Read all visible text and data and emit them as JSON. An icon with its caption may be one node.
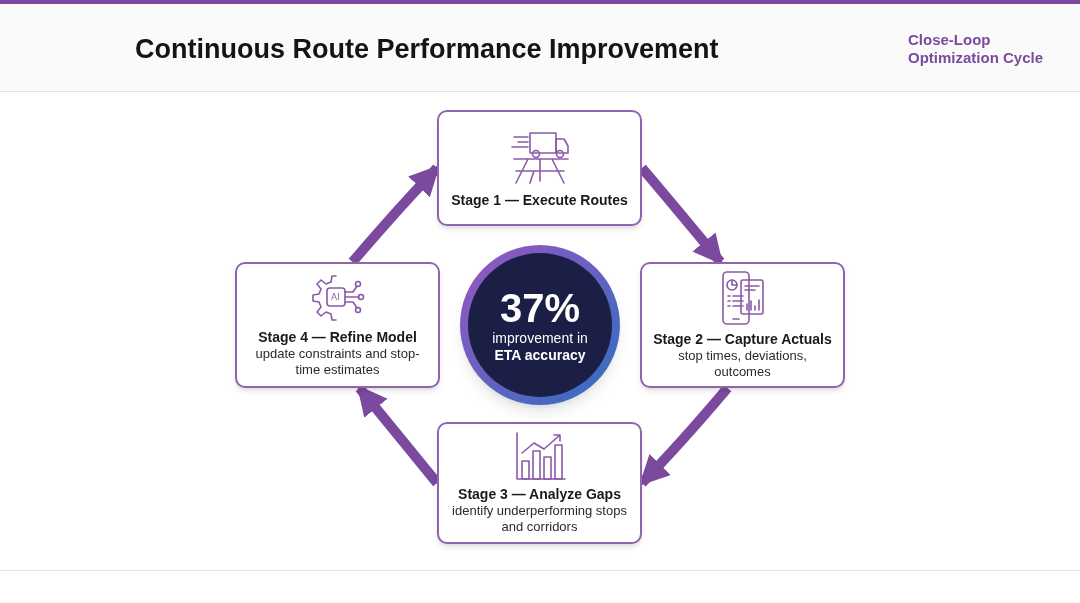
{
  "diagram": {
    "title": "Continuous Route Performance Improvement",
    "nodes": [
      {
        "text": [
          "Stage 1 — Execute Routes"
        ]
      },
      {
        "text": [
          "Stage 2 — Capture Actuals",
          "stop times, deviations, outcomes"
        ]
      },
      {
        "text": [
          "Stage 3 — Analyze Gaps",
          "identify underperforming stops and corridors"
        ]
      },
      {
        "text": [
          "Stage 4 — Refine Model",
          "update constraints and stop-time estimates"
        ]
      },
      {
        "text": [
          "37%",
          "improvement in **ETA accuracy**"
        ]
      }
    ],
    "edges": [
      {
        "from": 0,
        "to": 1,
        "arrow": "to"
      },
      {
        "from": 1,
        "to": 2,
        "arrow": "to"
      },
      {
        "from": 2,
        "to": 3,
        "arrow": "to"
      },
      {
        "from": 3,
        "to": 0,
        "arrow": "to"
      }
    ],
    "labels": [
      "Close-Loop Optimization Cycle",
      "AI"
    ]
  }
}
